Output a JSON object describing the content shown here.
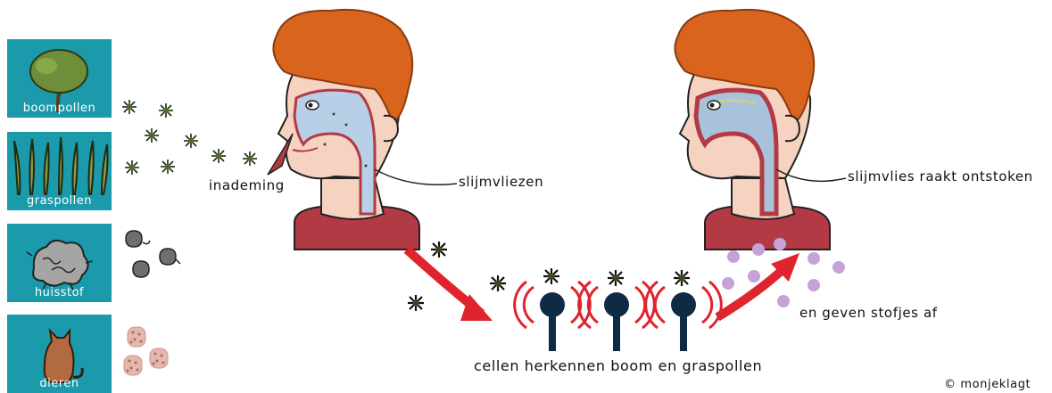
{
  "allergens": [
    {
      "label": "boompollen",
      "icon": "tree-icon"
    },
    {
      "label": "graspollen",
      "icon": "grass-icon"
    },
    {
      "label": "huisstof",
      "icon": "dust-icon"
    },
    {
      "label": "dieren",
      "icon": "cat-icon"
    }
  ],
  "labels": {
    "inhalation": "inademing",
    "mucosa": "slijmvliezen",
    "mucosa_inflamed": "slijmvlies raakt ontstoken",
    "cells_recognize": "cellen herkennen boom en graspollen",
    "release": "en geven stofjes af",
    "copyright": "© monjeklagt"
  },
  "colors": {
    "tile": "#1a9aaa",
    "hair": "#d9641e",
    "skin": "#f6d2c0",
    "shirt": "#b23a45",
    "airway": "#b8cfe8",
    "arrow": "#e0242e",
    "particles": "#c6a2d6",
    "receptor": "#0f2a44"
  }
}
